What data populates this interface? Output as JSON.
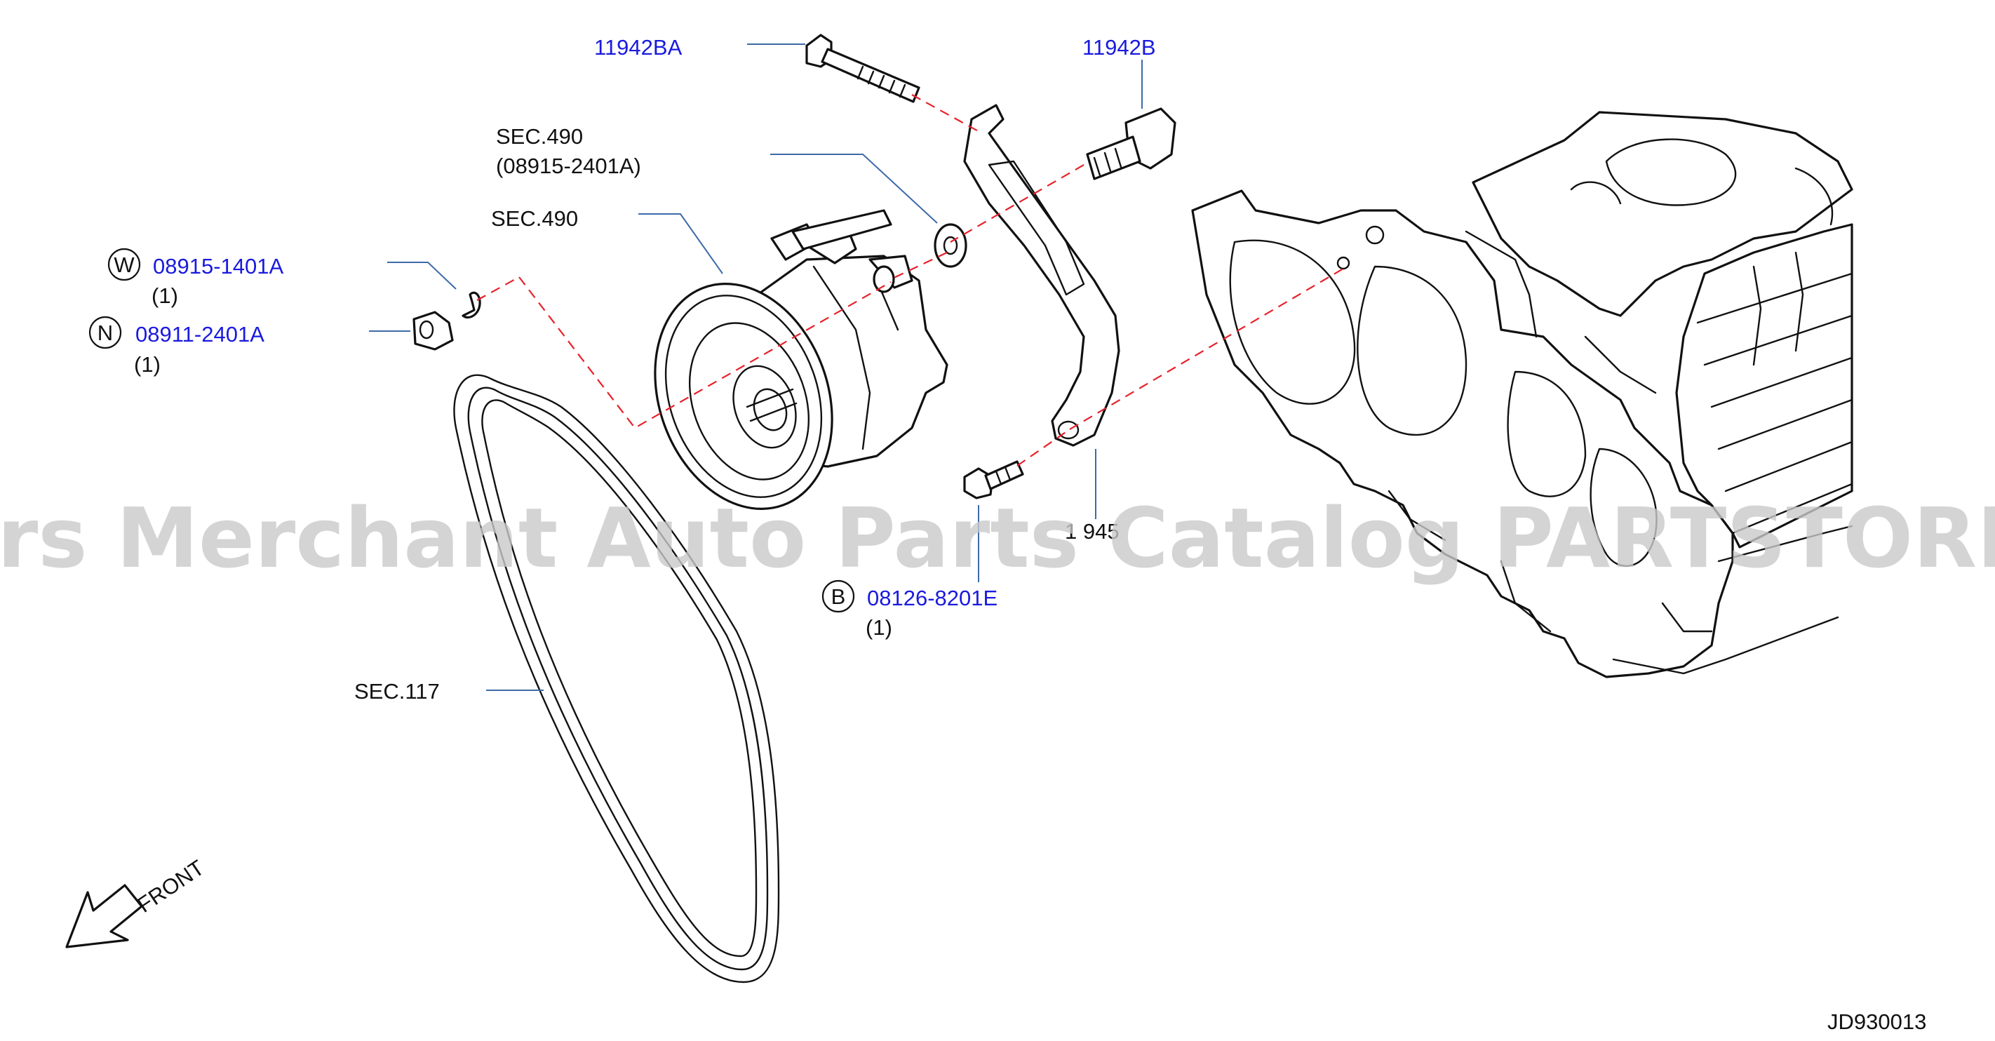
{
  "watermark": "Offers Merchant Auto Parts Catalog PARTSTORE.SA",
  "diagram_id": "JD930013",
  "front_label": "FRONT",
  "labels": {
    "bolt_top": "11942BA",
    "stud": "11942B",
    "sec490_a": "SEC.490",
    "sec490_a_sub": "(08915-2401A)",
    "sec490_b": "SEC.490",
    "washer_code": "08915-1401A",
    "washer_qty": "(1)",
    "nut_code": "08911-2401A",
    "nut_qty": "(1)",
    "bracket": "1 945",
    "bolt_bottom_code": "08126-8201E",
    "bolt_bottom_qty": "(1)",
    "belt": "SEC.117"
  },
  "badges": {
    "washer": "W",
    "nut": "N",
    "bolt": "B"
  },
  "colors": {
    "part_number": "#1a1adf",
    "leader": "#3d6aa8",
    "dashed": "#e8212a",
    "watermark": "#c9c9c9"
  }
}
